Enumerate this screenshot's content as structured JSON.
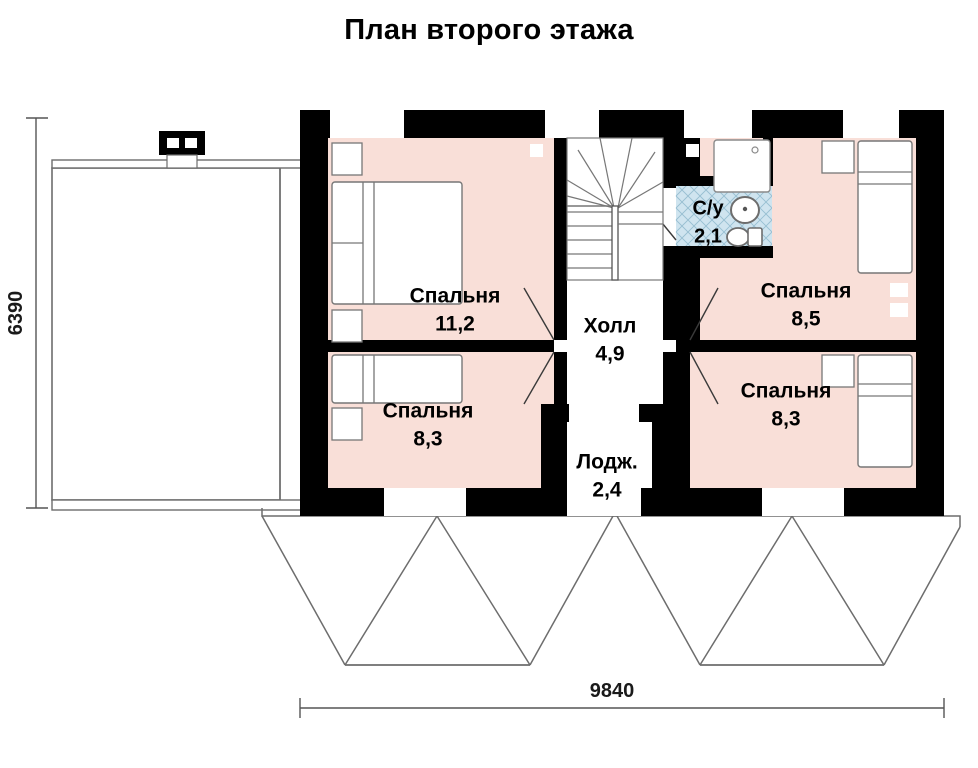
{
  "title": "План второго этажа",
  "colors": {
    "wall": "#000000",
    "room_fill": "#f9dfd8",
    "bath_fill": "#cfe4ef",
    "hall_fill": "#ffffff",
    "outline": "#6d6d6d",
    "text": "#000000"
  },
  "dimensions": {
    "width_label": "9840",
    "height_label": "6390"
  },
  "rooms": [
    {
      "id": "bedroom-main",
      "name": "Спальня",
      "area": "11,2",
      "type": "bedroom"
    },
    {
      "id": "bedroom-lower-left",
      "name": "Спальня",
      "area": "8,3",
      "type": "bedroom"
    },
    {
      "id": "hall",
      "name": "Холл",
      "area": "4,9",
      "type": "hall"
    },
    {
      "id": "bathroom",
      "name": "С/у",
      "area": "2,1",
      "type": "bathroom"
    },
    {
      "id": "bedroom-upper-right",
      "name": "Спальня",
      "area": "8,5",
      "type": "bedroom"
    },
    {
      "id": "bedroom-lower-right",
      "name": "Спальня",
      "area": "8,3",
      "type": "bedroom"
    },
    {
      "id": "loggia",
      "name": "Лодж.",
      "area": "2,4",
      "type": "loggia"
    }
  ],
  "fixtures": {
    "shower": "shower-tray",
    "sink": "wash-basin",
    "toilet": "toilet",
    "beds": 4,
    "nightstands": 5,
    "wardrobe": "wardrobe"
  },
  "features": {
    "staircase": "winder-staircase",
    "chimney": "chimney",
    "roof": "roof-overhang-with-gables",
    "garage_roof": "adjacent-roof-outline"
  }
}
